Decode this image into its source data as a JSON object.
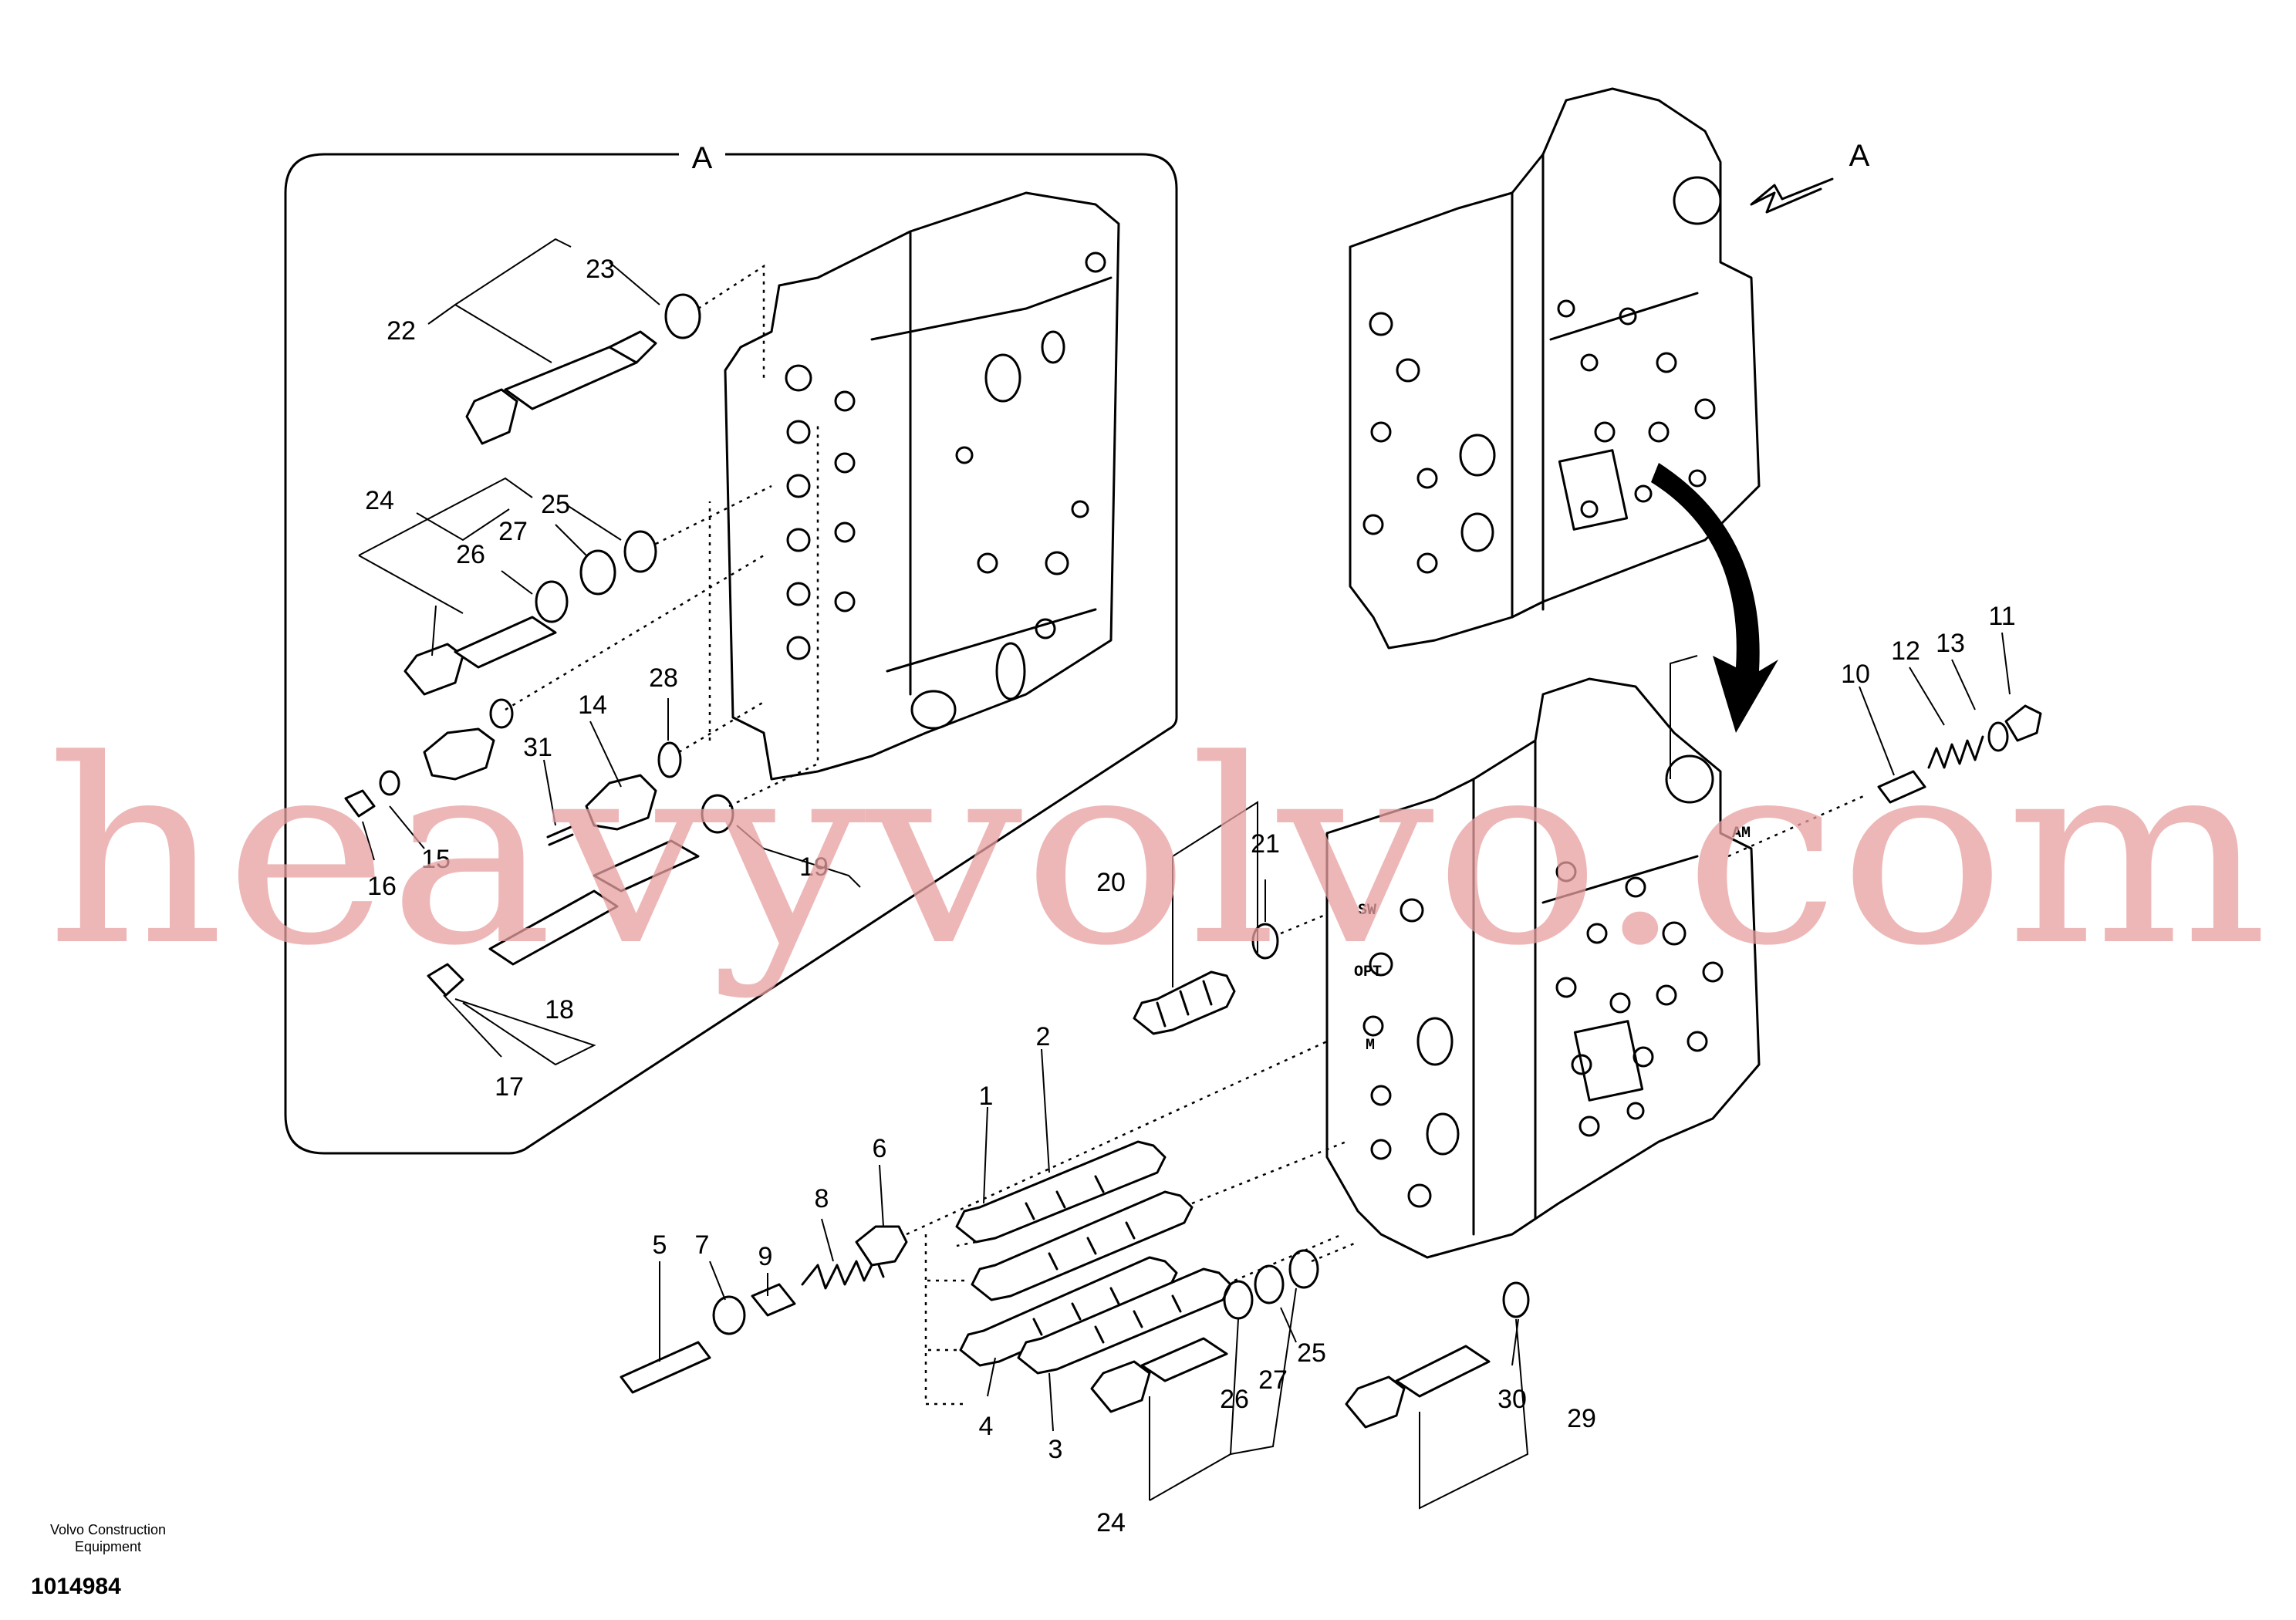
{
  "view_marker": "A",
  "port_labels": {
    "sw": "SW",
    "opt": "OPT",
    "m": "M",
    "am": "AM"
  },
  "callouts": {
    "c1": "1",
    "c2": "2",
    "c3": "3",
    "c4": "4",
    "c5": "5",
    "c6": "6",
    "c7": "7",
    "c8": "8",
    "c9": "9",
    "c10": "10",
    "c11": "11",
    "c12": "12",
    "c13": "13",
    "c14": "14",
    "c15": "15",
    "c16": "16",
    "c17": "17",
    "c18": "18",
    "c19": "19",
    "c20": "20",
    "c21": "21",
    "c22": "22",
    "c23": "23",
    "c24": "24",
    "c25": "25",
    "c26": "26",
    "c27": "27",
    "c28": "28",
    "c29": "29",
    "c30": "30",
    "c31": "31"
  },
  "watermark": "heavyvolvo.com",
  "footer": {
    "company": "Volvo Construction Equipment",
    "ref": "1014984"
  }
}
